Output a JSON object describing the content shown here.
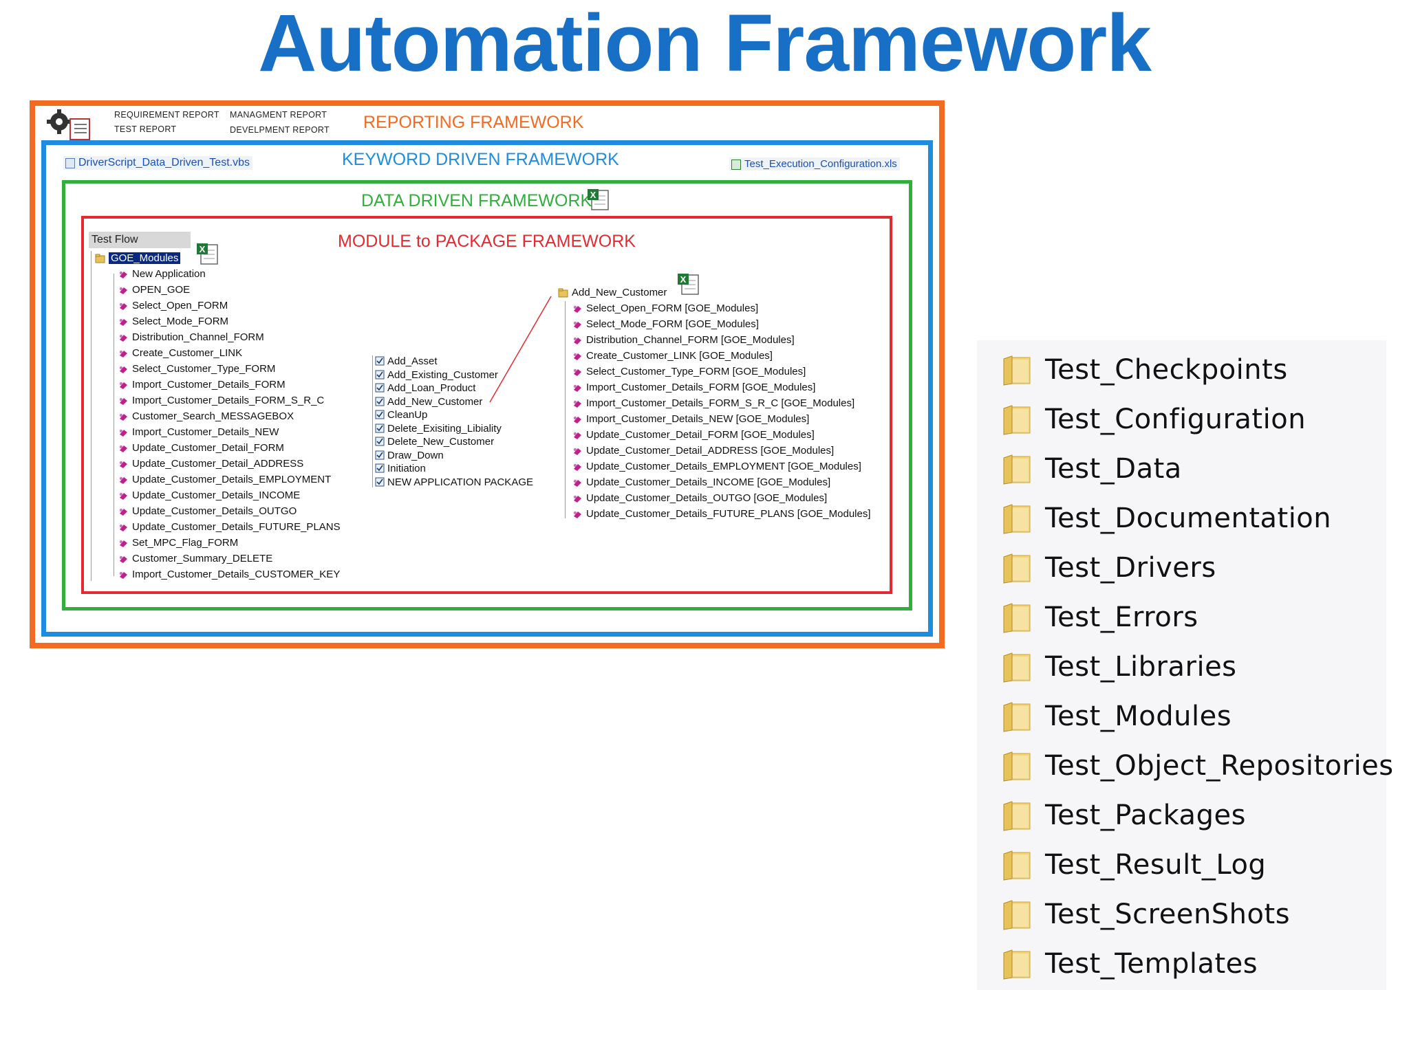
{
  "title": "Automation Framework",
  "reporting": {
    "label": "REPORTING FRAMEWORK",
    "color": "#f46a1f",
    "reports": [
      "REQUIREMENT REPORT",
      "MANAGMENT REPORT",
      "TEST REPORT",
      "DEVELPMENT REPORT"
    ]
  },
  "keyword": {
    "label": "KEYWORD DRIVEN FRAMEWORK",
    "color": "#1c8ddf",
    "driver_script": "DriverScript_Data_Driven_Test.vbs",
    "config_file": "Test_Execution_Configuration.xls"
  },
  "data_driven": {
    "label": "DATA DRIVEN FRAMEWORK",
    "color": "#2eb03a"
  },
  "module_package": {
    "label": "MODULE to PACKAGE FRAMEWORK",
    "color": "#e52a2f",
    "tab": "Test Flow",
    "root": "GOE_Modules",
    "modules": [
      "New Application",
      "OPEN_GOE",
      "Select_Open_FORM",
      "Select_Mode_FORM",
      "Distribution_Channel_FORM",
      "Create_Customer_LINK",
      "Select_Customer_Type_FORM",
      "Import_Customer_Details_FORM",
      "Import_Customer_Details_FORM_S_R_C",
      "Customer_Search_MESSAGEBOX",
      "Import_Customer_Details_NEW",
      "Update_Customer_Detail_FORM",
      "Update_Customer_Detail_ADDRESS",
      "Update_Customer_Details_EMPLOYMENT",
      "Update_Customer_Details_INCOME",
      "Update_Customer_Details_OUTGO",
      "Update_Customer_Details_FUTURE_PLANS",
      "Set_MPC_Flag_FORM",
      "Customer_Summary_DELETE",
      "Import_Customer_Details_CUSTOMER_KEY"
    ],
    "packages": [
      "Add_Asset",
      "Add_Existing_Customer",
      "Add_Loan_Product",
      "Add_New_Customer",
      "CleanUp",
      "Delete_Exisiting_Libiality",
      "Delete_New_Customer",
      "Draw_Down",
      "Initiation",
      "NEW APPLICATION PACKAGE"
    ],
    "package_root": "Add_New_Customer",
    "package_items": [
      "Select_Open_FORM [GOE_Modules]",
      "Select_Mode_FORM [GOE_Modules]",
      "Distribution_Channel_FORM [GOE_Modules]",
      "Create_Customer_LINK [GOE_Modules]",
      "Select_Customer_Type_FORM [GOE_Modules]",
      "Import_Customer_Details_FORM [GOE_Modules]",
      "Import_Customer_Details_FORM_S_R_C [GOE_Modules]",
      "Import_Customer_Details_NEW [GOE_Modules]",
      "Update_Customer_Detail_FORM [GOE_Modules]",
      "Update_Customer_Detail_ADDRESS [GOE_Modules]",
      "Update_Customer_Details_EMPLOYMENT [GOE_Modules]",
      "Update_Customer_Details_INCOME [GOE_Modules]",
      "Update_Customer_Details_OUTGO [GOE_Modules]",
      "Update_Customer_Details_FUTURE_PLANS [GOE_Modules]"
    ]
  },
  "folders": [
    "Test_Checkpoints",
    "Test_Configuration",
    "Test_Data",
    "Test_Documentation",
    "Test_Drivers",
    "Test_Errors",
    "Test_Libraries",
    "Test_Modules",
    "Test_Object_Repositories",
    "Test_Packages",
    "Test_Result_Log",
    "Test_ScreenShots",
    "Test_Templates"
  ],
  "colors": {
    "title": "#1770c6",
    "folder": "#e8c35a"
  }
}
